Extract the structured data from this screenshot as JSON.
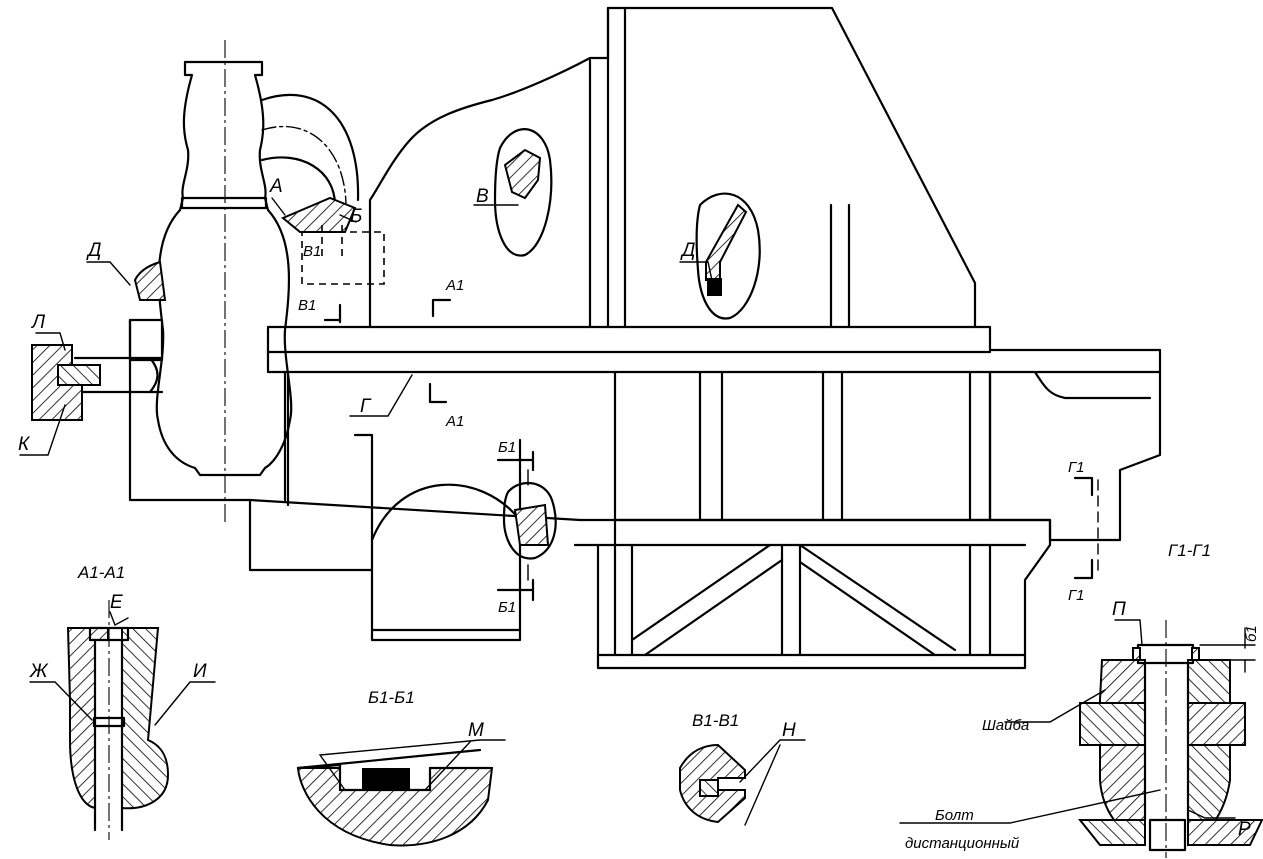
{
  "labels": {
    "A": "А",
    "B": "Б",
    "V": "В",
    "G": "Г",
    "D": "Д",
    "E": "Е",
    "Zh": "Ж",
    "I": "И",
    "K": "К",
    "L": "Л",
    "M": "М",
    "N": "Н",
    "P": "П",
    "R": "Р"
  },
  "section_marks": {
    "A1": "А1",
    "B1": "Б1",
    "V1": "В1",
    "G1": "Г1",
    "b1": "б1"
  },
  "section_titles": {
    "A1A1": "А1-А1",
    "B1B1": "Б1-Б1",
    "V1V1": "В1-В1",
    "G1G1": "Г1-Г1"
  },
  "notes": {
    "washer": "Шайба",
    "bolt_line1": "Болт",
    "bolt_line2": "дистанционный"
  }
}
